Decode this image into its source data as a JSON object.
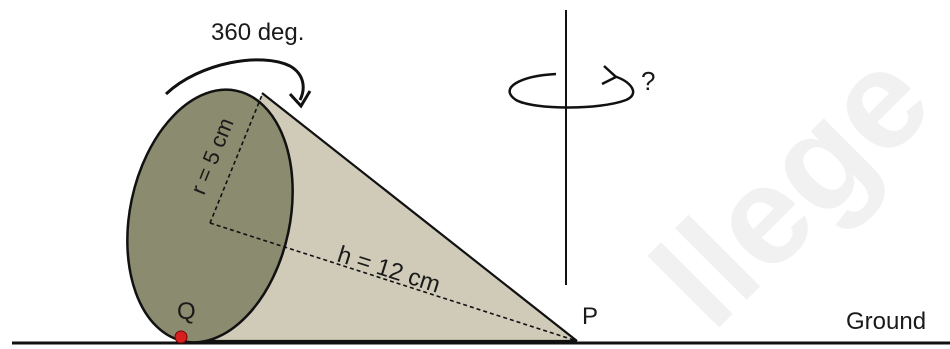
{
  "labels": {
    "rotation_angle": "360 deg.",
    "radius": "r = 5 cm",
    "height": "h = 12 cm",
    "point_q": "Q",
    "point_p": "P",
    "ground": "Ground",
    "question_mark": "?"
  },
  "watermark": "llege",
  "colors": {
    "cone_side": "#cfcbb8",
    "cone_base": "#8b8b6f",
    "outline": "#111111",
    "point_q": "#d62020",
    "watermark": "#d9d9d9"
  }
}
